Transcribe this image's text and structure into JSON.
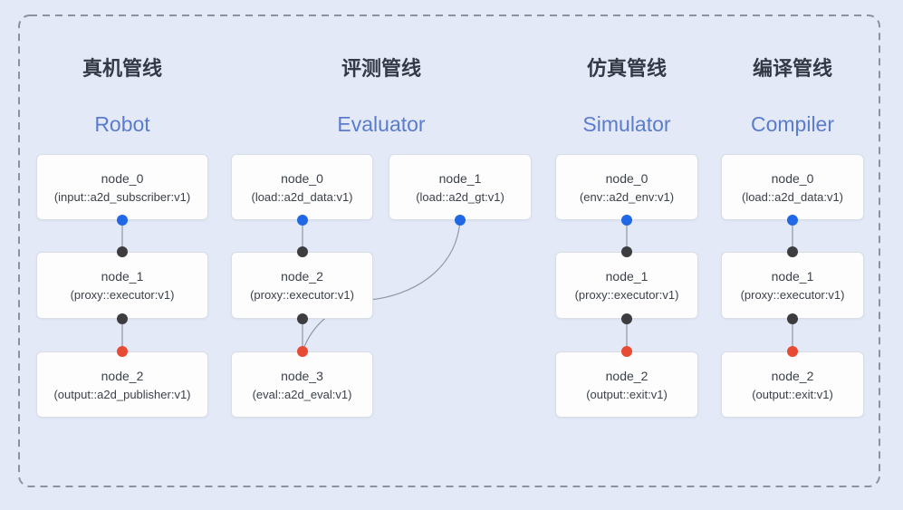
{
  "diagram": {
    "kind": "pipeline-graph",
    "colors": {
      "background": "#e3e9f7",
      "dashed_border": "#8b93a0",
      "node_fill": "#fdfdfe",
      "node_border": "#d9dde6",
      "node_text": "#3b4149",
      "title_zh": "#333a46",
      "title_en": "#5b7ccd",
      "edge": "#8f97a8",
      "port_output_source": "#2068e5",
      "port_proxy": "#3d3d3f",
      "port_input_sink": "#e84b33"
    },
    "pipelines": [
      {
        "title_zh": "真机管线",
        "title_en": "Robot",
        "nodes": [
          {
            "name": "node_0",
            "type": "(input::a2d_subscriber:v1)"
          },
          {
            "name": "node_1",
            "type": "(proxy::executor:v1)"
          },
          {
            "name": "node_2",
            "type": "(output::a2d_publisher:v1)"
          }
        ]
      },
      {
        "title_zh": "评测管线",
        "title_en": "Evaluator",
        "nodes": [
          {
            "name": "node_0",
            "type": "(load::a2d_data:v1)"
          },
          {
            "name": "node_1",
            "type": "(load::a2d_gt:v1)"
          },
          {
            "name": "node_2",
            "type": "(proxy::executor:v1)"
          },
          {
            "name": "node_3",
            "type": "(eval::a2d_eval:v1)"
          }
        ]
      },
      {
        "title_zh": "仿真管线",
        "title_en": "Simulator",
        "nodes": [
          {
            "name": "node_0",
            "type": "(env::a2d_env:v1)"
          },
          {
            "name": "node_1",
            "type": "(proxy::executor:v1)"
          },
          {
            "name": "node_2",
            "type": "(output::exit:v1)"
          }
        ]
      },
      {
        "title_zh": "编译管线",
        "title_en": "Compiler",
        "nodes": [
          {
            "name": "node_0",
            "type": "(load::a2d_data:v1)"
          },
          {
            "name": "node_1",
            "type": "(proxy::executor:v1)"
          },
          {
            "name": "node_2",
            "type": "(output::exit:v1)"
          }
        ]
      }
    ],
    "edges": [
      {
        "from": "robot.node_0",
        "to": "robot.node_1"
      },
      {
        "from": "robot.node_1",
        "to": "robot.node_2"
      },
      {
        "from": "evaluator.node_0",
        "to": "evaluator.node_2"
      },
      {
        "from": "evaluator.node_2",
        "to": "evaluator.node_3"
      },
      {
        "from": "evaluator.node_1",
        "to": "evaluator.node_3",
        "shape": "curved"
      },
      {
        "from": "simulator.node_0",
        "to": "simulator.node_1"
      },
      {
        "from": "simulator.node_1",
        "to": "simulator.node_2"
      },
      {
        "from": "compiler.node_0",
        "to": "compiler.node_1"
      },
      {
        "from": "compiler.node_1",
        "to": "compiler.node_2"
      }
    ]
  }
}
